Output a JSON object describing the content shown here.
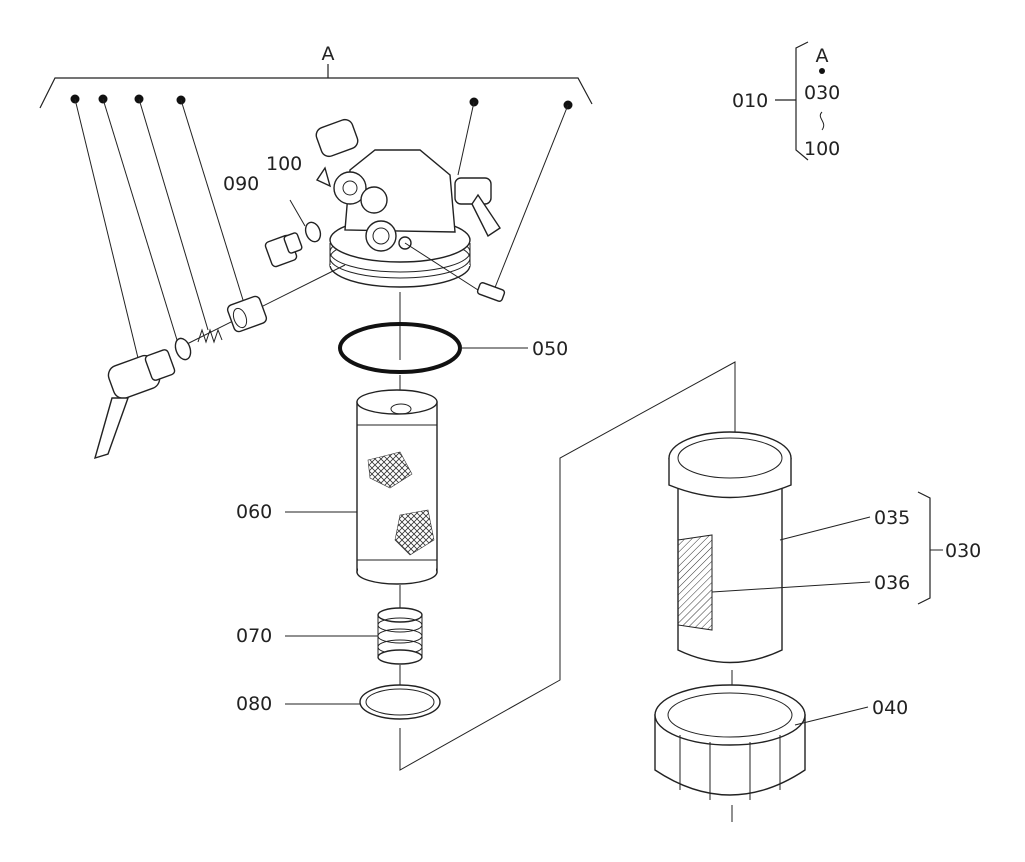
{
  "labels": {
    "group_a": "A",
    "group_a_small": "A",
    "p010": "010",
    "p030_range_start": "030",
    "p100_range_end": "100",
    "range_tilde": "~",
    "p090": "090",
    "p100": "100",
    "p050": "050",
    "p060": "060",
    "p070": "070",
    "p080": "080",
    "p035": "035",
    "p036": "036",
    "p030": "030",
    "p040": "040"
  }
}
